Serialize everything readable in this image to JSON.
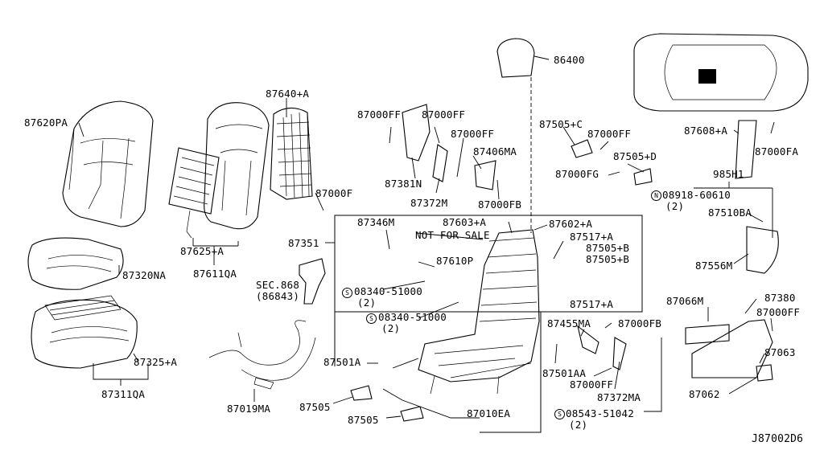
{
  "diagram_id": "J87002D6",
  "note": "NOT FOR SALE",
  "parts": {
    "p87620PA": "87620PA",
    "p87640A": "87640+A",
    "p87000F": "87000F",
    "p87625A": "87625+A",
    "p87611QA": "87611QA",
    "p87320NA": "87320NA",
    "p87325A": "87325+A",
    "p87311QA": "87311QA",
    "p87019MA": "87019MA",
    "p87505_a": "87505",
    "p87505_b": "87505",
    "p87501A": "87501A",
    "sec868": "SEC.868",
    "sec868sub": "(86843)",
    "p87351": "87351",
    "p87346M": "87346M",
    "p87610P": "87610P",
    "b08340_1": "08340-51000",
    "b08340_1q": "(2)",
    "b08340_2": "08340-51000",
    "b08340_2q": "(2)",
    "p87603A": "87603+A",
    "p87602A": "87602+A",
    "p87517A_1": "87517+A",
    "p87505B_1": "87505+B",
    "p87505B_2": "87505+B",
    "p87517A_2": "87517+A",
    "p87000FF_1": "87000FF",
    "p87000FF_2": "87000FF",
    "p87000FF_3": "87000FF",
    "p87381N": "87381N",
    "p87372M": "87372M",
    "p87406MA": "87406MA",
    "p87000FB_1": "87000FB",
    "p86400": "86400",
    "p87505C": "87505+C",
    "p87000FF_4": "87000FF",
    "p87505D": "87505+D",
    "p87000FG": "87000FG",
    "p87608A": "87608+A",
    "p87000FA": "87000FA",
    "p985H1": "985H1",
    "n08918": "08918-60610",
    "n08918q": "(2)",
    "p87510BA": "87510BA",
    "p87556M": "87556M",
    "p87066M": "87066M",
    "p87380": "87380",
    "p87000FF_5": "87000FF",
    "p87063": "87063",
    "p87062": "87062",
    "p87455MA": "87455MA",
    "p87000FB_2": "87000FB",
    "p87501AA": "87501AA",
    "p87000FF_6": "87000FF",
    "p87372MA": "87372MA",
    "s08543": "08543-51042",
    "s08543q": "(2)",
    "p87010EA": "87010EA"
  },
  "symbols": {
    "bolt": "S",
    "nut": "N"
  }
}
